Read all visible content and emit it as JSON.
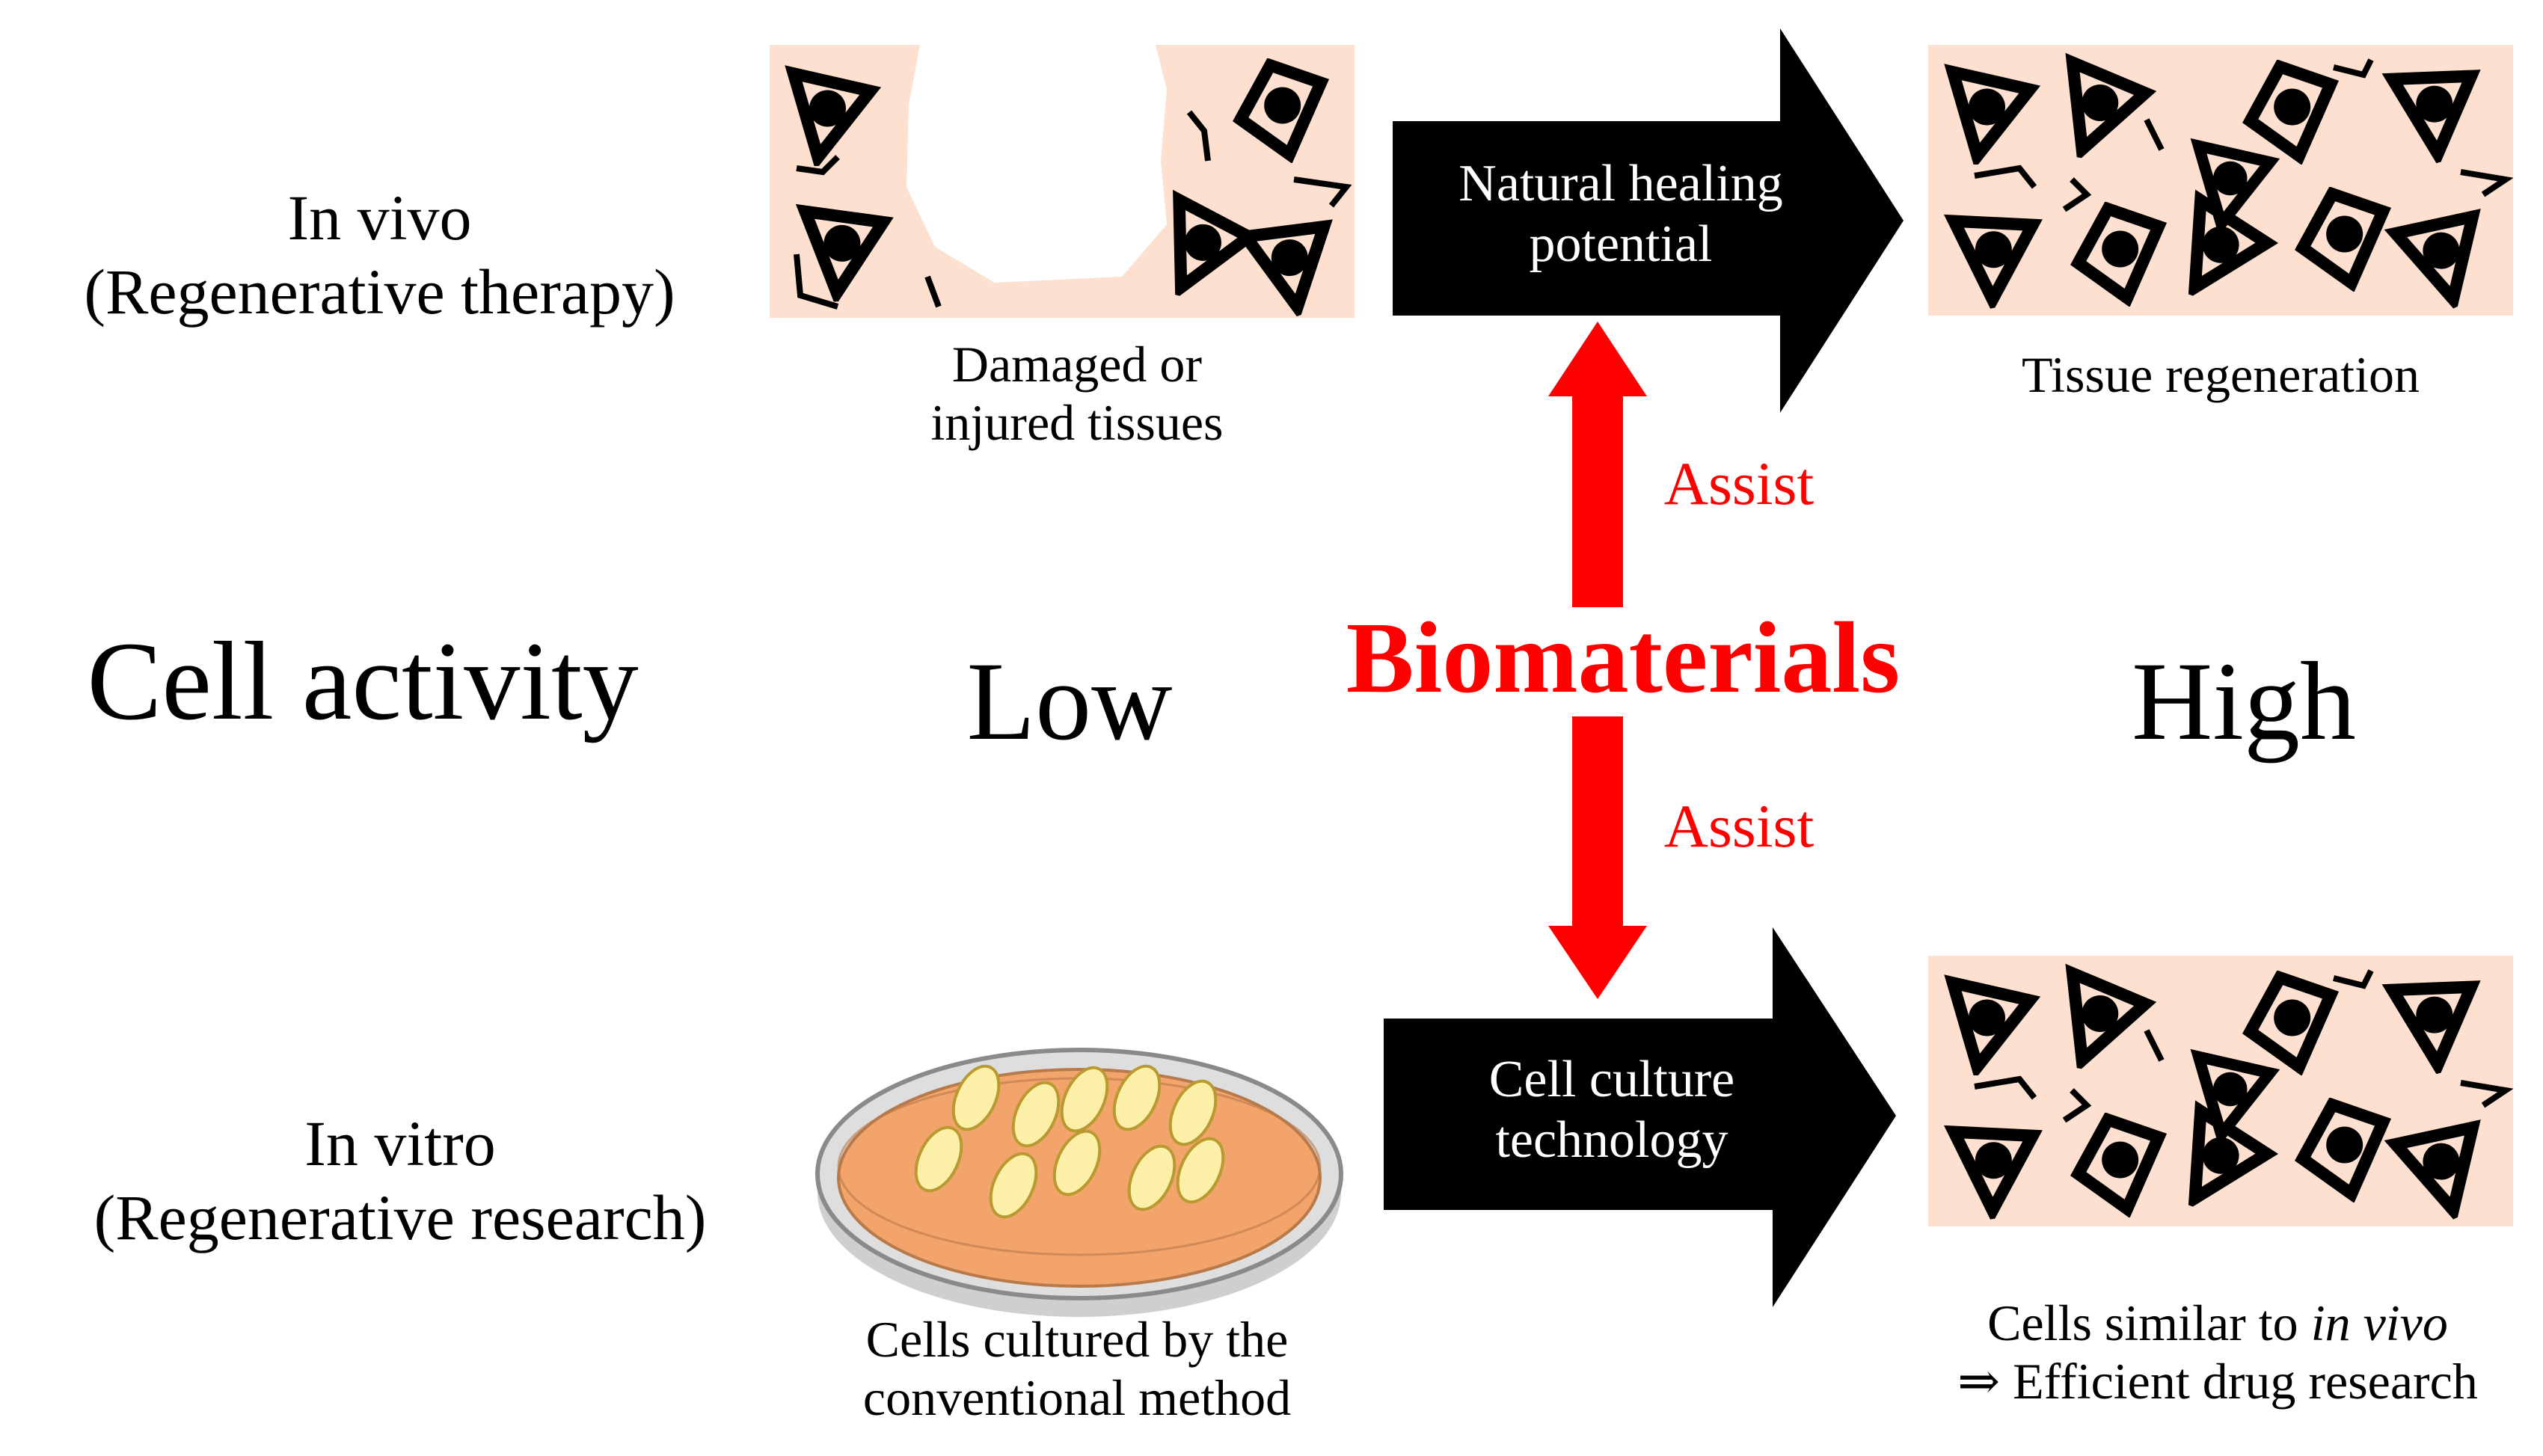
{
  "rows": {
    "in_vivo": {
      "title": "In vivo",
      "subtitle": "(Regenerative therapy)"
    },
    "in_vitro": {
      "title": "In vitro",
      "subtitle": "(Regenerative research)"
    }
  },
  "axis": {
    "label": "Cell activity",
    "low": "Low",
    "high": "High"
  },
  "center": {
    "label": "Biomaterials",
    "assist_top": "Assist",
    "assist_bottom": "Assist"
  },
  "arrows": {
    "top": {
      "line1": "Natural healing",
      "line2": "potential"
    },
    "bottom": {
      "line1": "Cell culture",
      "line2": "technology"
    }
  },
  "captions": {
    "damaged": {
      "line1": "Damaged or",
      "line2": "injured tissues"
    },
    "regen": {
      "line1": "Tissue regeneration"
    },
    "cultured": {
      "line1": "Cells cultured by the",
      "line2": "conventional method"
    },
    "similar": {
      "line1_prefix": "Cells similar to ",
      "line1_italic": "in vivo",
      "line2": "⇒ Efficient drug research"
    }
  },
  "colors": {
    "tissue": "#fde0d0",
    "dish_medium": "#f2a46b",
    "cell_yellow": "#fcf0a8",
    "accent_red": "#ff0000",
    "arrow_black": "#000000"
  }
}
